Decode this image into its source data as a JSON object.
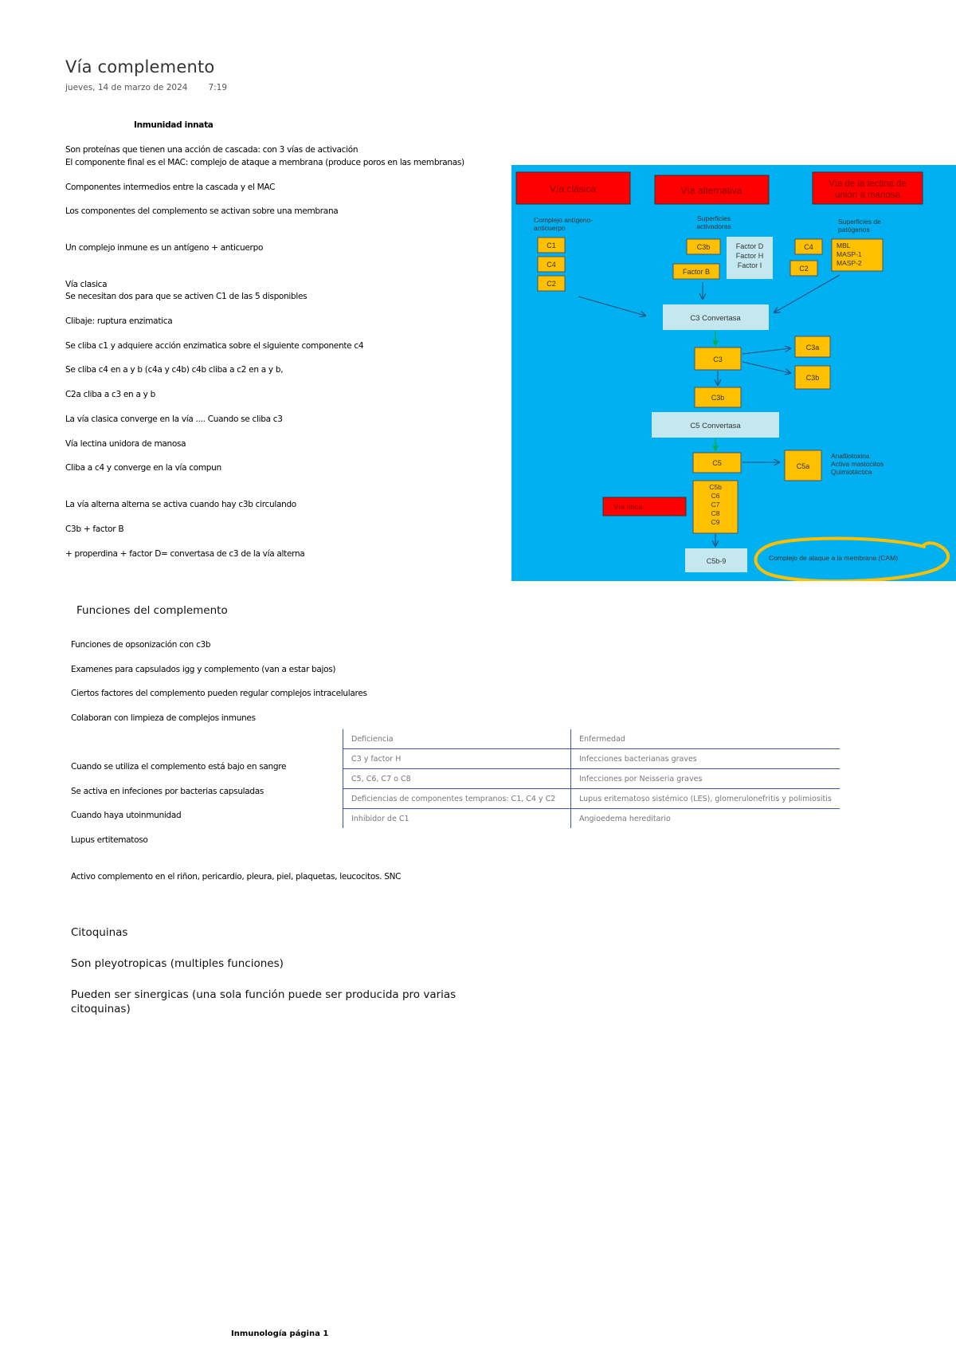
{
  "page": {
    "title": "Vía complemento",
    "date": "jueves, 14 de marzo de 2024",
    "time": "7:19"
  },
  "notes": {
    "innate_heading": "Inmunidad innata",
    "lines": [
      "Son proteínas que tienen una acción de cascada: con 3 vías de activación",
      "El componente final es el MAC: complejo de ataque a membrana (produce poros en las membranas)",
      "Componentes intermedios entre la cascada y el MAC",
      "Los componentes del complemento se activan sobre una membrana",
      "Un complejo inmune es un antígeno + anticuerpo",
      "Vía clasica",
      "Se necesitan dos para que se activen C1 de las 5 disponibles",
      "Clibaje: ruptura enzimatica",
      "Se cliba c1 y adquiere acción enzimatica sobre el siguiente componente c4",
      "Se cliba c4 en a y b (c4a y c4b) c4b cliba a c2 en a y b,",
      "C2a cliba a c3 en a y b",
      "La vía clasica converge en la vía .... Cuando se cliba c3",
      "Vía lectina unidora de manosa",
      "Cliba a c4 y converge en la vía compun",
      "La vía alterna alterna se activa cuando hay c3b circulando",
      "C3b + factor B",
      "+ properdina + factor D= convertasa de c3 de la vía alterna"
    ]
  },
  "functions": {
    "heading": "Funciones del complemento",
    "lines": [
      "Funciones de opsonización con c3b",
      "Examenes para capsulados igg y complemento (van a estar bajos)",
      "Ciertos factores del complemento pueden regular complejos intracelulares",
      "Colaboran con limpieza de complejos inmunes",
      "Cuando se utiliza el complemento está bajo en sangre",
      "Se activa en infeciones por bacterias capsuladas",
      "Cuando haya utoinmunidad",
      "Lupus ertitematoso",
      "Activo complemento en el riñon, pericardio, pleura, piel, plaquetas, leucocitos. SNC"
    ]
  },
  "deficiency_table": {
    "header": [
      "Deficiencia",
      "Enfermedad"
    ],
    "rows": [
      [
        "C3 y factor H",
        "Infecciones bacterianas graves"
      ],
      [
        "C5, C6, C7 o C8",
        "Infecciones por Neisseria graves"
      ],
      [
        "Deficiencias de componentes tempranos: C1, C4 y C2",
        "Lupus eritematoso sistémico (LES), glomerulonefritis y polimiositis"
      ],
      [
        "Inhibidor de C1",
        "Angioedema hereditario"
      ]
    ]
  },
  "cytokines": {
    "heading": "Citoquinas",
    "line1": "Son pleyotropicas (multiples funciones)",
    "line2a": "Pueden ser sinergicas (una sola función puede ser producida pro varias",
    "line2b": "citoquinas)"
  },
  "diagram": {
    "colors": {
      "background": "#00b0f0",
      "red": "#ff0000",
      "yellow": "#ffc000",
      "light": "#c5e8f0",
      "green": "#00b050",
      "arrow": "#1f4e79",
      "highlight": "#ffc000"
    },
    "pathway_classic": "Vía clásica",
    "pathway_alternative": "Vía alternativa",
    "pathway_lectin_1": "Vía de la lectina de",
    "pathway_lectin_2": "unión a manosa",
    "classic_sub_1": "Complejo antígeno-",
    "classic_sub_2": "anticuerpo",
    "alt_sub_1": "Superficies",
    "alt_sub_2": "activadoras",
    "lectin_sub_1": "Superficies de",
    "lectin_sub_2": "patógenos",
    "c1": "C1",
    "c4": "C4",
    "c2": "C2",
    "c3b_alt": "C3b",
    "factor_b": "Factor B",
    "factor_d": "Factor D",
    "factor_h": "Factor H",
    "factor_i": "Factor I",
    "lectin_c4": "C4",
    "lectin_c2": "C2",
    "mbl": "MBL",
    "masp1": "MASP-1",
    "masp2": "MASP-2",
    "c3_convertasa": "C3 Convertasa",
    "c3": "C3",
    "c3a": "C3a",
    "c3b_small": "C3b",
    "c3b": "C3b",
    "c5_convertasa": "C5 Convertasa",
    "c5": "C5",
    "c5a": "C5a",
    "c5a_note_1": "Anafilotoxina",
    "c5a_note_2": "Activa mastocitos",
    "c5a_note_3": "Quimiotáctica",
    "via_litica": "Vía lítica",
    "mac_stack": [
      "C5b",
      "C6",
      "C7",
      "C8",
      "C9"
    ],
    "c5b9": "C5b-9",
    "mac_label": "Complejo de ataque a la membrana (CAM)"
  },
  "footer": "Inmunología página 1"
}
